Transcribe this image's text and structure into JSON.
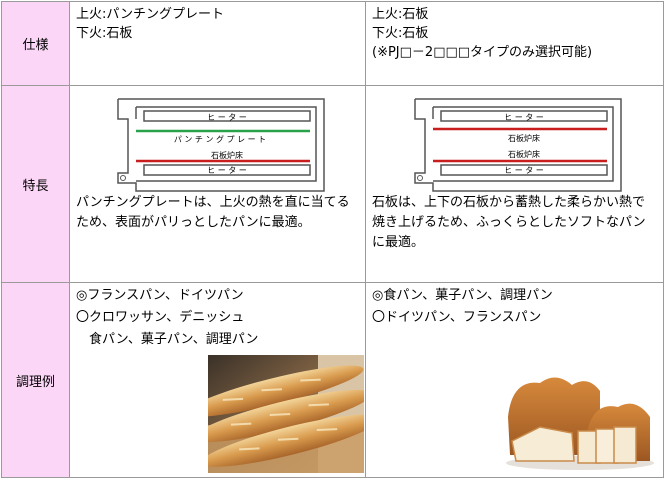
{
  "table": {
    "header_spec": "仕様",
    "header_features": "特長",
    "header_examples": "調理例",
    "col1": {
      "spec": "上火:パンチングプレート\n下火:石板",
      "diagram": {
        "heater_top": "ヒ ー タ ー",
        "plate": "パ ン チ ン グ プ レ ー ト",
        "hearth": "石板炉床",
        "heater_bottom": "ヒ ー タ ー"
      },
      "feature": "パンチングプレートは、上火の熱を直に当てるため、表面がパリっとしたパンに最適。",
      "examples": [
        "◎フランスパン、ドイツパン",
        "〇クロワッサン、デニッシュ",
        "　食パン、菓子パン、調理パン"
      ],
      "photo": "baguette-photo"
    },
    "col2": {
      "spec": "上火:石板\n下火:石板\n(※PJ□－2□□□タイプのみ選択可能)",
      "diagram": {
        "heater_top": "ヒ ー タ ー",
        "hearth_top": "石板炉床",
        "hearth": "石板炉床",
        "heater_bottom": "ヒ ー タ ー"
      },
      "feature": "石板は、上下の石板から蓄熱した柔らかい熱で焼き上げるため、ふっくらとしたソフトなパンに最適。",
      "examples": [
        "◎食パン、菓子パン、調理パン",
        "〇ドイツパン、フランスパン"
      ],
      "photo": "bread-loaf-photo"
    }
  }
}
